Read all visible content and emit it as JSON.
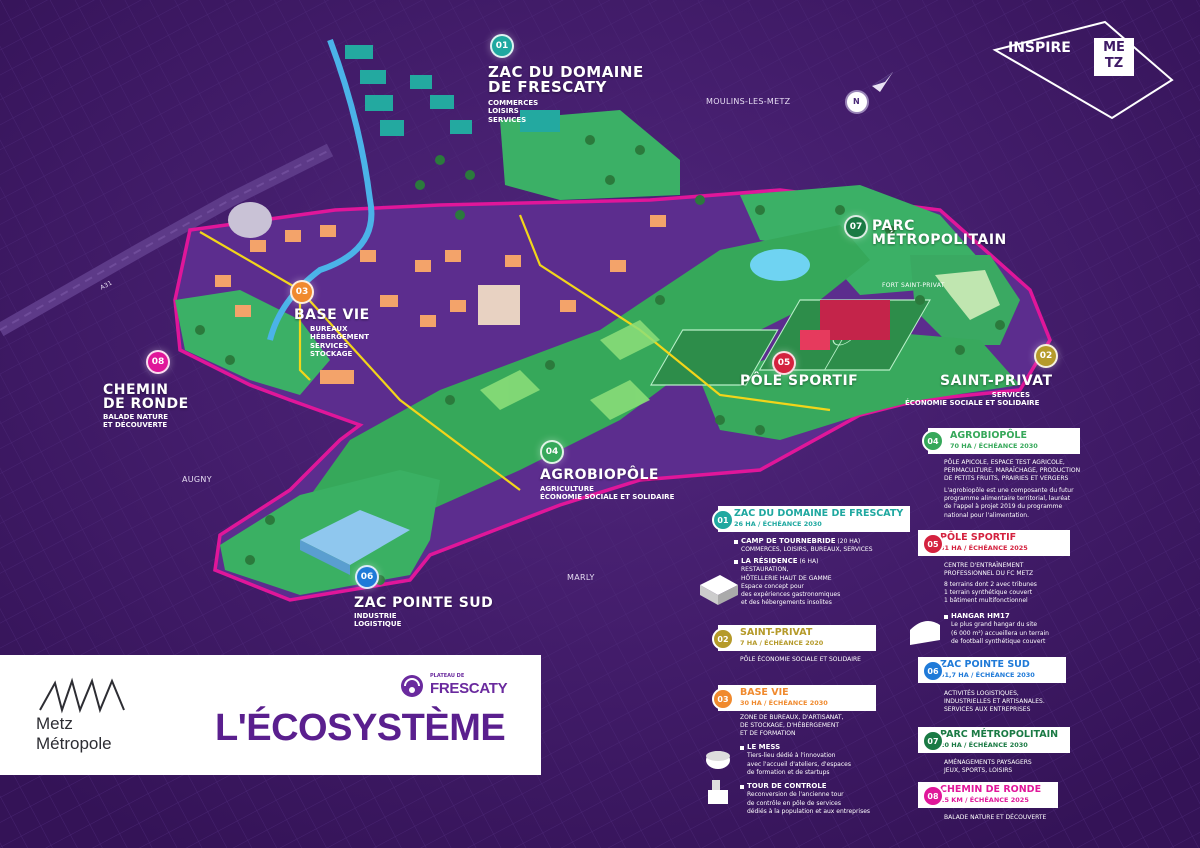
{
  "colors": {
    "background": "#3f1a66",
    "green": "#36a85a",
    "pink_border": "#e0169a",
    "yellow_path": "#f2d51a",
    "teal": "#1fa8a0",
    "gold": "#b59a2a",
    "orange": "#f08a2e",
    "red": "#d4223f",
    "blue": "#1f7ad8",
    "dark_green": "#1a7a44",
    "magenta": "#e0169a"
  },
  "brand": {
    "inspire": "INSPIRE",
    "metz_line1": "ME",
    "metz_line2": "TZ",
    "metz_metropole_line1": "Metz",
    "metz_metropole_line2": "Métropole",
    "plateau_de": "PLATEAU DE",
    "frescaty": "FRESCATY",
    "title": "L'ÉCOSYSTÈME"
  },
  "places": {
    "moulins": "MOULINS-LES-METZ",
    "augny": "AUGNY",
    "marly": "MARLY",
    "fort": "FORT SAINT-PRIVAT",
    "a31": "A31",
    "north": "N"
  },
  "zones": [
    {
      "num": "01",
      "name_l1": "ZAC DU DOMAINE",
      "name_l2": "DE FRESCATY",
      "sub": [
        "COMMERCES",
        "LOISIRS",
        "SERVICES"
      ],
      "color": "#1fa8a0"
    },
    {
      "num": "02",
      "name_l1": "SAINT-PRIVAT",
      "name_l2": "",
      "sub": [
        "SERVICES",
        "ÉCONOMIE SOCIALE ET SOLIDAIRE"
      ],
      "color": "#b59a2a"
    },
    {
      "num": "03",
      "name_l1": "BASE VIE",
      "name_l2": "",
      "sub": [
        "BUREAUX",
        "HÉBERGEMENT",
        "SERVICES",
        "STOCKAGE"
      ],
      "color": "#f08a2e"
    },
    {
      "num": "04",
      "name_l1": "AGROBIOPÔLE",
      "name_l2": "",
      "sub": [
        "AGRICULTURE",
        "ÉCONOMIE SOCIALE ET SOLIDAIRE"
      ],
      "color": "#36a85a"
    },
    {
      "num": "05",
      "name_l1": "PÔLE SPORTIF",
      "name_l2": "",
      "sub": [],
      "color": "#d4223f"
    },
    {
      "num": "06",
      "name_l1": "ZAC POINTE SUD",
      "name_l2": "",
      "sub": [
        "INDUSTRIE",
        "LOGISTIQUE"
      ],
      "color": "#1f7ad8"
    },
    {
      "num": "07",
      "name_l1": "PARC",
      "name_l2": "MÉTROPOLITAIN",
      "sub": [],
      "color": "#1a7a44"
    },
    {
      "num": "08",
      "name_l1": "CHEMIN",
      "name_l2": "DE RONDE",
      "sub": [
        "BALADE NATURE",
        "ET DÉCOUVERTE"
      ],
      "color": "#e0169a"
    }
  ],
  "legend": {
    "z04": {
      "num": "04",
      "title": "AGROBIOPÔLE",
      "stats": "70 HA / ÉCHÉANCE 2030",
      "desc": [
        "PÔLE APICOLE, ESPACE TEST AGRICOLE,",
        "PERMACULTURE, MARAÎCHAGE, PRODUCTION",
        "DE PETITS FRUITS, PRAIRIES ET VERGERS"
      ],
      "desc2": [
        "L'agrobiopôle est une composante du futur",
        "programme alimentaire territorial, lauréat",
        "de l'appel à projet 2019 du programme",
        "national pour l'alimentation."
      ]
    },
    "z01": {
      "num": "01",
      "title": "ZAC DU DOMAINE DE FRESCATY",
      "stats": "26 HA / ÉCHÉANCE 2030",
      "camp_title": "CAMP DE TOURNEBRIDE",
      "camp_size": "(20 HA)",
      "camp_desc": "COMMERCES, LOISIRS, BUREAUX, SERVICES",
      "res_title": "LA RÉSIDENCE",
      "res_size": "(6 HA)",
      "res_desc": [
        "RESTAURATION,",
        "HÔTELLERIE HAUT DE GAMME"
      ],
      "res_desc2": [
        "Espace concept pour",
        "des expériences gastronomiques",
        "et des hébergements insolites"
      ]
    },
    "z02": {
      "num": "02",
      "title": "SAINT-PRIVAT",
      "stats": "7 HA / ÉCHÉANCE 2020",
      "desc": "PÔLE ÉCONOMIE SOCIALE ET SOLIDAIRE"
    },
    "z03": {
      "num": "03",
      "title": "BASE VIE",
      "stats": "30 HA / ÉCHÉANCE 2030",
      "desc": [
        "ZONE DE BUREAUX, D'ARTISANAT,",
        "DE STOCKAGE, D'HÉBERGEMENT",
        "ET DE FORMATION"
      ],
      "mess_title": "LE MESS",
      "mess_desc": [
        "Tiers-lieu dédié à l'innovation",
        "avec l'accueil d'ateliers, d'espaces",
        "de formation et de startups"
      ],
      "tour_title": "TOUR DE CONTROLE",
      "tour_desc": [
        "Reconversion de l'ancienne tour",
        "de contrôle en pôle de services",
        "dédiés à la population et aux entreprises"
      ]
    },
    "z05": {
      "num": "05",
      "title": "PÔLE SPORTIF",
      "stats": "31 HA / ÉCHÉANCE 2025",
      "desc": [
        "CENTRE D'ENTRAÎNEMENT",
        "PROFESSIONNEL DU FC METZ"
      ],
      "desc2": [
        "8 terrains dont 2 avec tribunes",
        "1 terrain synthétique couvert",
        "1 bâtiment multifonctionnel"
      ],
      "hangar_title": "HANGAR HM17",
      "hangar_desc": [
        "Le plus grand hangar du site",
        "(6 000 m²) accueillera un terrain",
        "de football synthétique couvert"
      ]
    },
    "z06": {
      "num": "06",
      "title": "ZAC POINTE SUD",
      "stats": "51,7 HA / ÉCHÉANCE 2030",
      "desc": [
        "ACTIVITÉS LOGISTIQUES,",
        "INDUSTRIELLES ET ARTISANALES.",
        "SERVICES AUX ENTREPRISES"
      ]
    },
    "z07": {
      "num": "07",
      "title": "PARC MÉTROPOLITAIN",
      "stats": "20 HA / ÉCHÉANCE 2030",
      "desc": [
        "AMÉNAGEMENTS PAYSAGERS",
        "JEUX, SPORTS, LOISIRS"
      ]
    },
    "z08": {
      "num": "08",
      "title": "CHEMIN DE RONDE",
      "stats": "15 KM / ÉCHÉANCE 2025",
      "desc": "BALADE NATURE ET DÉCOUVERTE"
    }
  }
}
